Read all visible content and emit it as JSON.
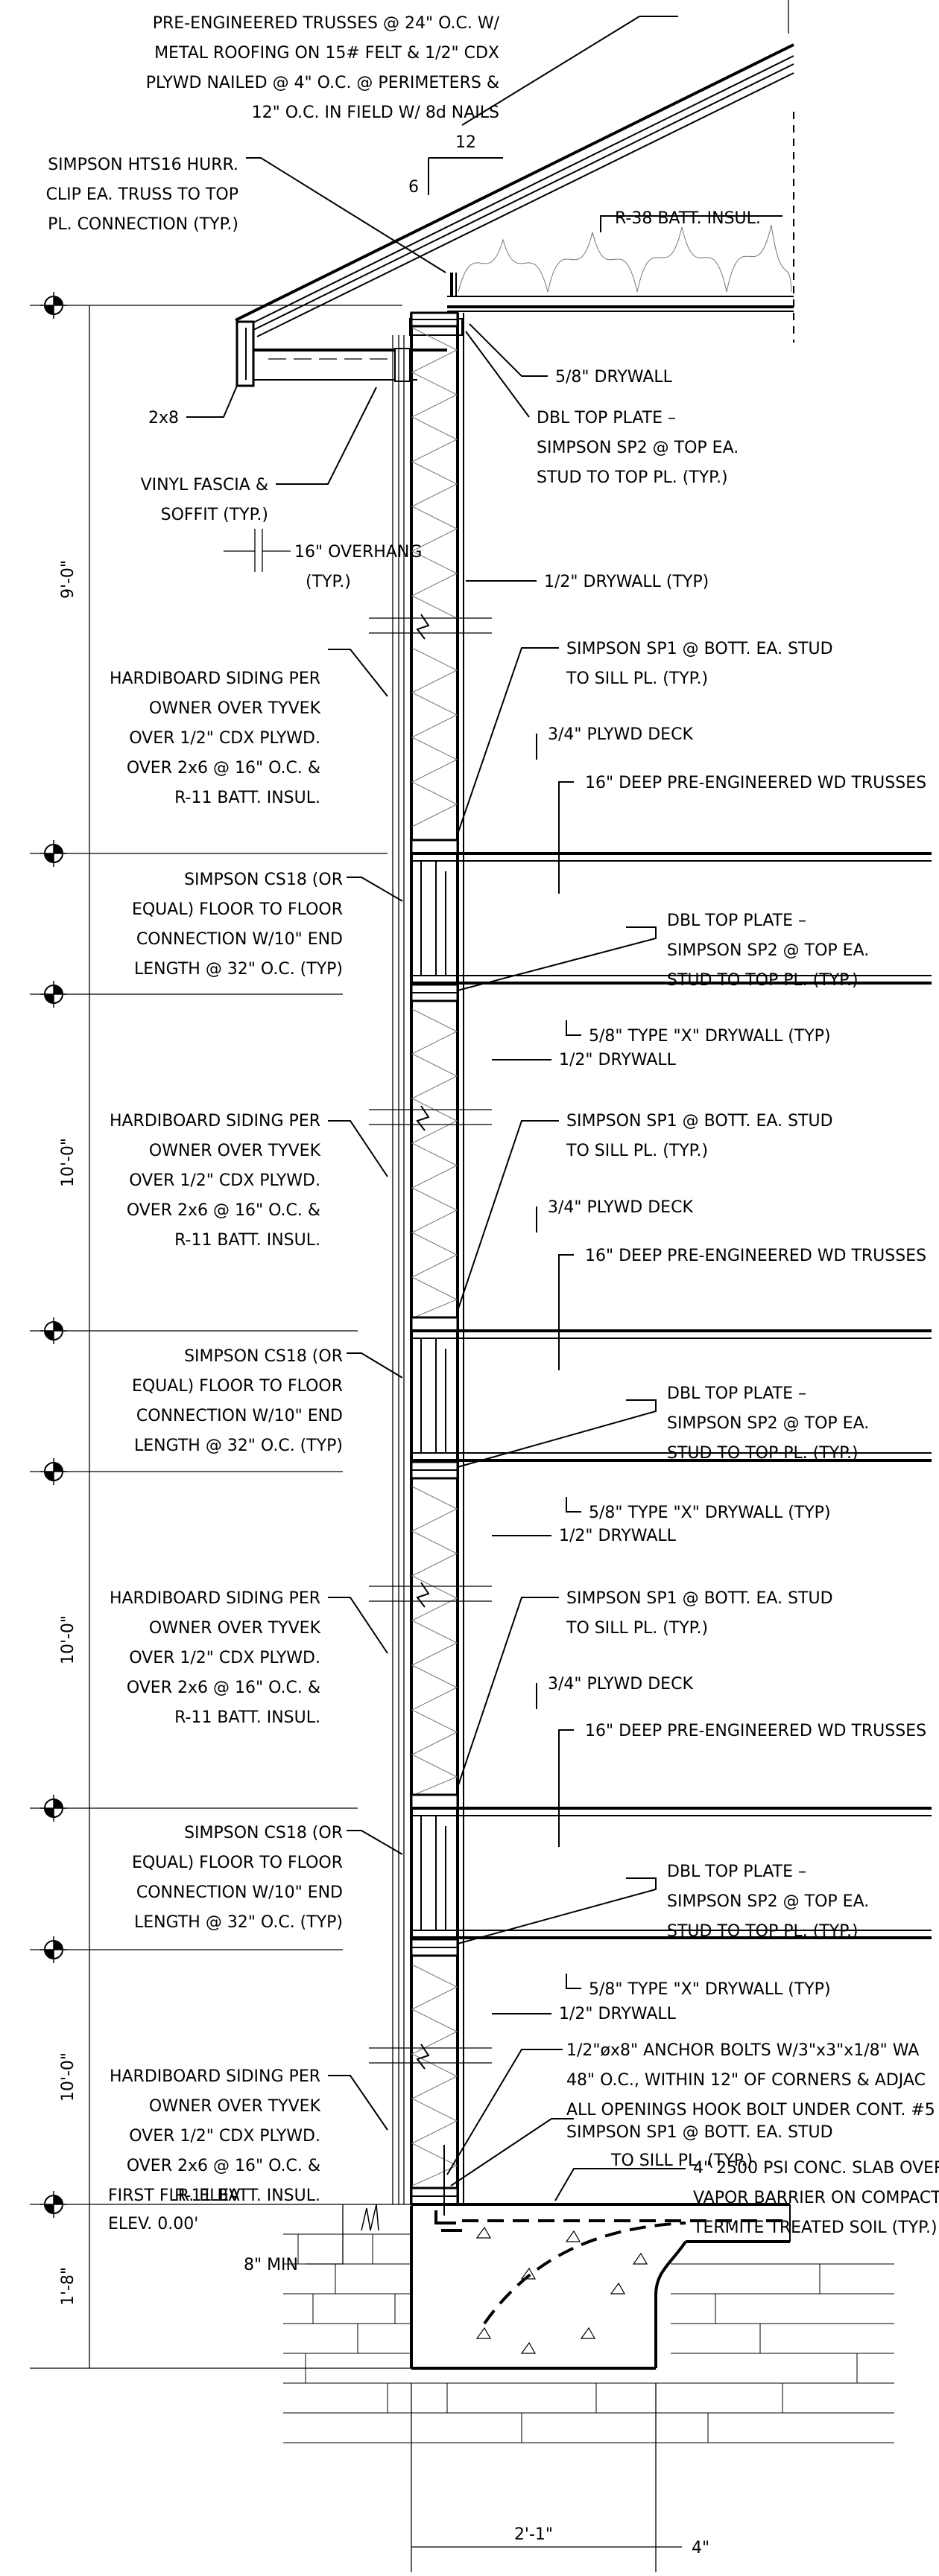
{
  "notes": {
    "trusses": [
      "PRE-ENGINEERED TRUSSES @ 24\" O.C. W/",
      "METAL ROOFING ON 15# FELT & 1/2\" CDX",
      "PLYWD NAILED @ 4\" O.C. @ PERIMETERS &",
      "12\" O.C. IN FIELD W/ 8d NAILS"
    ],
    "hurricane_clip": [
      "SIMPSON HTS16 HURR.",
      "CLIP EA. TRUSS TO TOP",
      "PL. CONNECTION (TYP.)"
    ],
    "slope_rise": "6",
    "slope_run": "12",
    "roof_insul": "R-38 BATT. INSUL.",
    "ceiling_drywall": "5/8\" DRYWALL",
    "fascia_board": "2x8",
    "fascia_soffit": [
      "VINYL FASCIA &",
      "SOFFIT (TYP.)"
    ],
    "dbl_top_plate_roof": [
      "DBL TOP PLATE –",
      "SIMPSON SP2 @ TOP EA.",
      "STUD TO TOP PL. (TYP.)"
    ],
    "overhang": [
      "16\" OVERHANG",
      "(TYP.)"
    ],
    "wall_drywall_typ": "1/2\" DRYWALL (TYP)",
    "anchor_bolts": [
      "1/2\"øx8\" ANCHOR BOLTS W/3\"x3\"x1/8\" WA",
      "48\" O.C., WITHIN 12\" OF CORNERS & ADJAC",
      "ALL OPENINGS HOOK BOLT UNDER CONT. #5"
    ],
    "sp1_bottom": [
      "SIMPSON SP1 @ BOTT. EA. STUD",
      "TO SILL PL. (TYP.)"
    ],
    "slab": [
      "4\" 2500 PSI CONC. SLAB OVER",
      "VAPOR BARRIER ON COMPACTED",
      "TERMITE TREATED SOIL (TYP.)"
    ],
    "first_floor": [
      "FIRST FLR. ELEV",
      "ELEV. 0.00'"
    ],
    "min_clear": "8\" MIN",
    "footing_width": "2'-1\"",
    "footing_edge": "4\""
  },
  "floors": [
    {
      "siding": [
        "HARDIBOARD SIDING PER",
        "OWNER OVER TYVEK",
        "OVER 1/2\" CDX PLYWD.",
        "OVER 2x6 @ 16\" O.C. &",
        "R-11 BATT. INSUL."
      ],
      "sp1": [
        "SIMPSON SP1 @ BOTT. EA. STUD",
        "TO SILL PL. (TYP.)"
      ],
      "deck": "3/4\" PLYWD DECK",
      "floor_trusses": "16\" DEEP PRE-ENGINEERED WD TRUSSES",
      "cs18": [
        "SIMPSON CS18 (OR",
        "EQUAL) FLOOR TO FLOOR",
        "CONNECTION W/10\" END",
        "LENGTH @ 32\" O.C. (TYP)"
      ],
      "dbl_top_plate": [
        "DBL TOP PLATE –",
        "SIMPSON SP2 @ TOP EA.",
        "STUD TO TOP PL. (TYP.)"
      ],
      "type_x": "5/8\" TYPE \"X\" DRYWALL (TYP)",
      "drywall": "1/2\" DRYWALL"
    },
    {
      "siding": [
        "HARDIBOARD SIDING PER",
        "OWNER OVER TYVEK",
        "OVER 1/2\" CDX PLYWD.",
        "OVER 2x6 @ 16\" O.C. &",
        "R-11 BATT. INSUL."
      ],
      "sp1": [
        "SIMPSON SP1 @ BOTT. EA. STUD",
        "TO SILL PL. (TYP.)"
      ],
      "deck": "3/4\" PLYWD DECK",
      "floor_trusses": "16\" DEEP PRE-ENGINEERED WD TRUSSES",
      "cs18": [
        "SIMPSON CS18 (OR",
        "EQUAL) FLOOR TO FLOOR",
        "CONNECTION W/10\" END",
        "LENGTH @ 32\" O.C. (TYP)"
      ],
      "dbl_top_plate": [
        "DBL TOP PLATE –",
        "SIMPSON SP2 @ TOP EA.",
        "STUD TO TOP PL. (TYP.)"
      ],
      "type_x": "5/8\" TYPE \"X\" DRYWALL (TYP)",
      "drywall": "1/2\" DRYWALL"
    },
    {
      "siding": [
        "HARDIBOARD SIDING PER",
        "OWNER OVER TYVEK",
        "OVER 1/2\" CDX PLYWD.",
        "OVER 2x6 @ 16\" O.C. &",
        "R-11 BATT. INSUL."
      ],
      "sp1": [
        "SIMPSON SP1 @ BOTT. EA. STUD",
        "TO SILL PL. (TYP.)"
      ],
      "deck": "3/4\" PLYWD DECK",
      "floor_trusses": "16\" DEEP PRE-ENGINEERED WD TRUSSES",
      "cs18": [
        "SIMPSON CS18 (OR",
        "EQUAL) FLOOR TO FLOOR",
        "CONNECTION W/10\" END",
        "LENGTH @ 32\" O.C. (TYP)"
      ],
      "dbl_top_plate": [
        "DBL TOP PLATE –",
        "SIMPSON SP2 @ TOP EA.",
        "STUD TO TOP PL. (TYP.)"
      ],
      "type_x": "5/8\" TYPE \"X\" DRYWALL (TYP)",
      "drywall": "1/2\" DRYWALL"
    },
    {
      "siding": [
        "HARDIBOARD SIDING PER",
        "OWNER OVER TYVEK",
        "OVER 1/2\" CDX PLYWD.",
        "OVER 2x6 @ 16\" O.C. &",
        "R-11 BATT. INSUL."
      ]
    }
  ],
  "dimensions": {
    "story_heights": [
      "9'-0\"",
      "10'-0\"",
      "10'-0\"",
      "10'-0\""
    ],
    "foundation_height": "1'-8\""
  }
}
